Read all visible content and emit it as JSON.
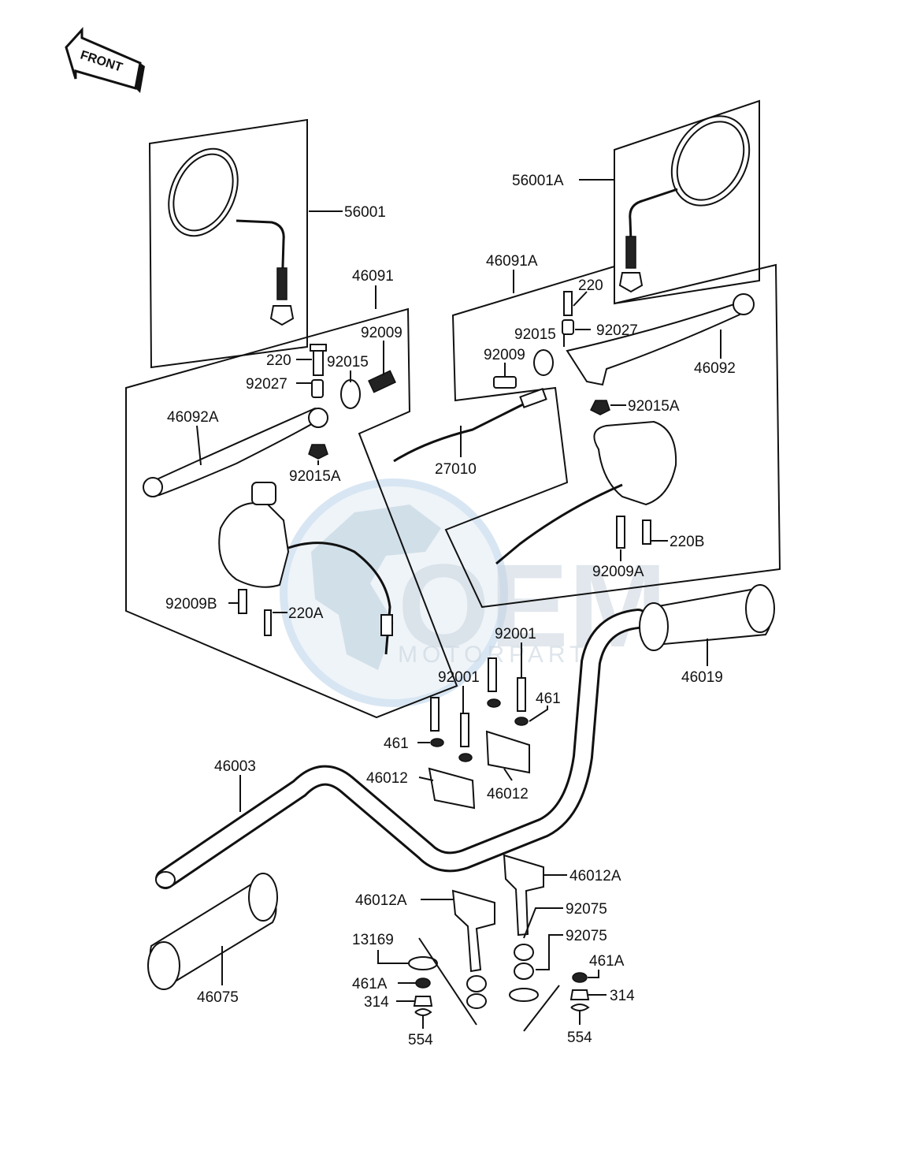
{
  "front_arrow": {
    "text": "FRONT"
  },
  "watermark": {
    "big": "OEM",
    "small": "MOTORPARTS"
  },
  "labels": {
    "p56001": "56001",
    "p56001A": "56001A",
    "p46091": "46091",
    "p46091A": "46091A",
    "p92009_l": "92009",
    "p220_l": "220",
    "p92015_l": "92015",
    "p92027_l": "92027",
    "p46092A": "46092A",
    "p92015A_l": "92015A",
    "p92009B": "92009B",
    "p220A": "220A",
    "p220_r": "220",
    "p92015_r": "92015",
    "p92027_r": "92027",
    "p92009_r": "92009",
    "p46092": "46092",
    "p92015A_r": "92015A",
    "p27010": "27010",
    "p220B": "220B",
    "p92009A": "92009A",
    "p92001_a": "92001",
    "p92001_b": "92001",
    "p461_a": "461",
    "p461_b": "461",
    "p46019": "46019",
    "p46003": "46003",
    "p46012_a": "46012",
    "p46012_b": "46012",
    "p46012A_a": "46012A",
    "p46012A_b": "46012A",
    "p92075_a": "92075",
    "p92075_b": "92075",
    "p13169": "13169",
    "p461A_a": "461A",
    "p461A_b": "461A",
    "p314_a": "314",
    "p314_b": "314",
    "p554_a": "554",
    "p554_b": "554",
    "p46075": "46075"
  }
}
